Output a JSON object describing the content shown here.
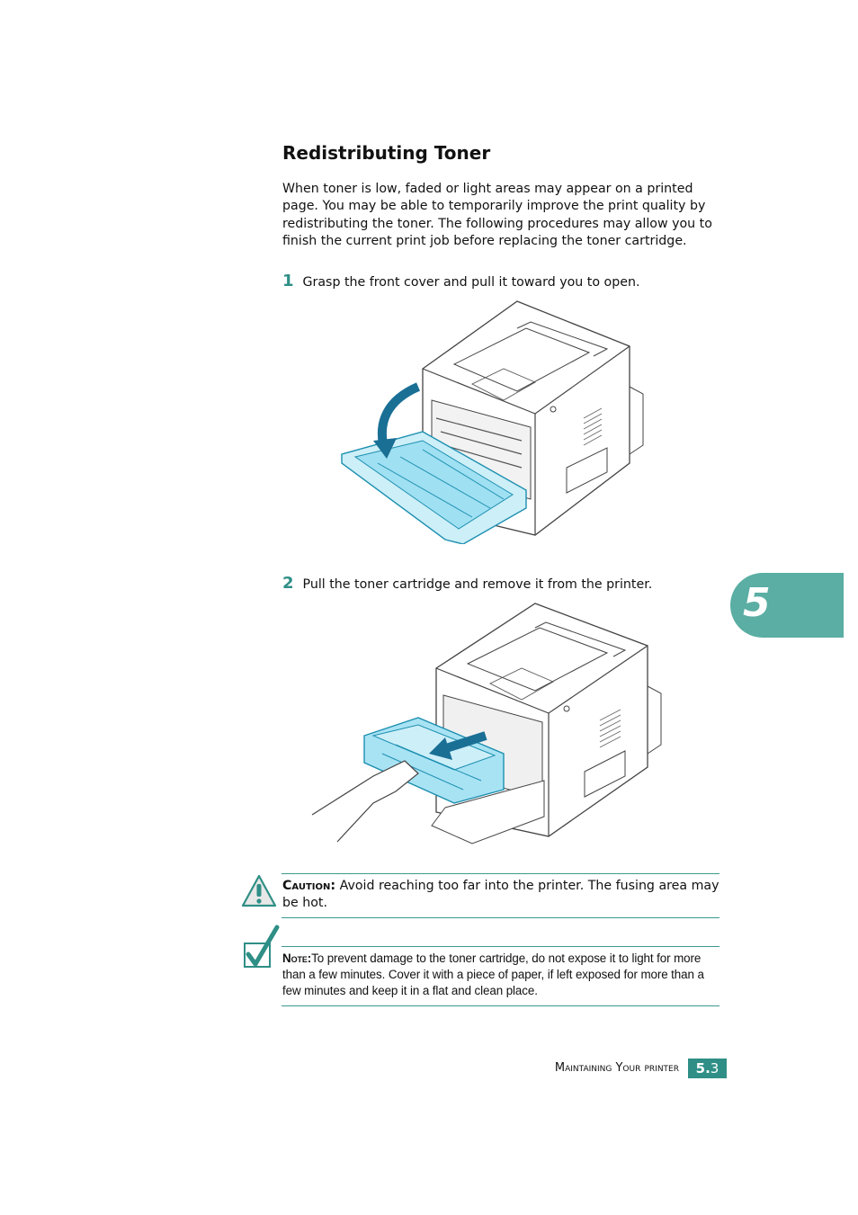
{
  "heading": "Redistributing Toner",
  "intro": "When toner is low, faded or light areas may appear on a printed page. You may be able to temporarily improve the print quality by redistributing the toner. The following procedures may allow you to finish the current print job before replacing the toner cartridge.",
  "steps": [
    {
      "number": "1",
      "text": "Grasp the front cover and pull it toward you to open."
    },
    {
      "number": "2",
      "text": "Pull the toner cartridge and remove it from the printer."
    }
  ],
  "chapter_tab": "5",
  "caution": {
    "label": "Caution:",
    "text": "Avoid reaching too far into the printer. The fusing area may be hot."
  },
  "note": {
    "label": "Note:",
    "text": "To prevent damage to the toner cartridge, do not expose it to light for more than a few minutes. Cover it with a piece of paper, if left exposed for more than a few minutes and keep it in a flat and clean place."
  },
  "footer": {
    "section": "Maintaining Your printer",
    "page_prefix": "5.",
    "page_number": "3"
  },
  "colors": {
    "accent": "#2f8f86",
    "tab": "#5aaea3",
    "illustration_blue": "#6fd0ea"
  },
  "icons": [
    "caution-icon",
    "note-check-icon",
    "printer-open-cover-illustration",
    "printer-remove-cartridge-illustration"
  ]
}
